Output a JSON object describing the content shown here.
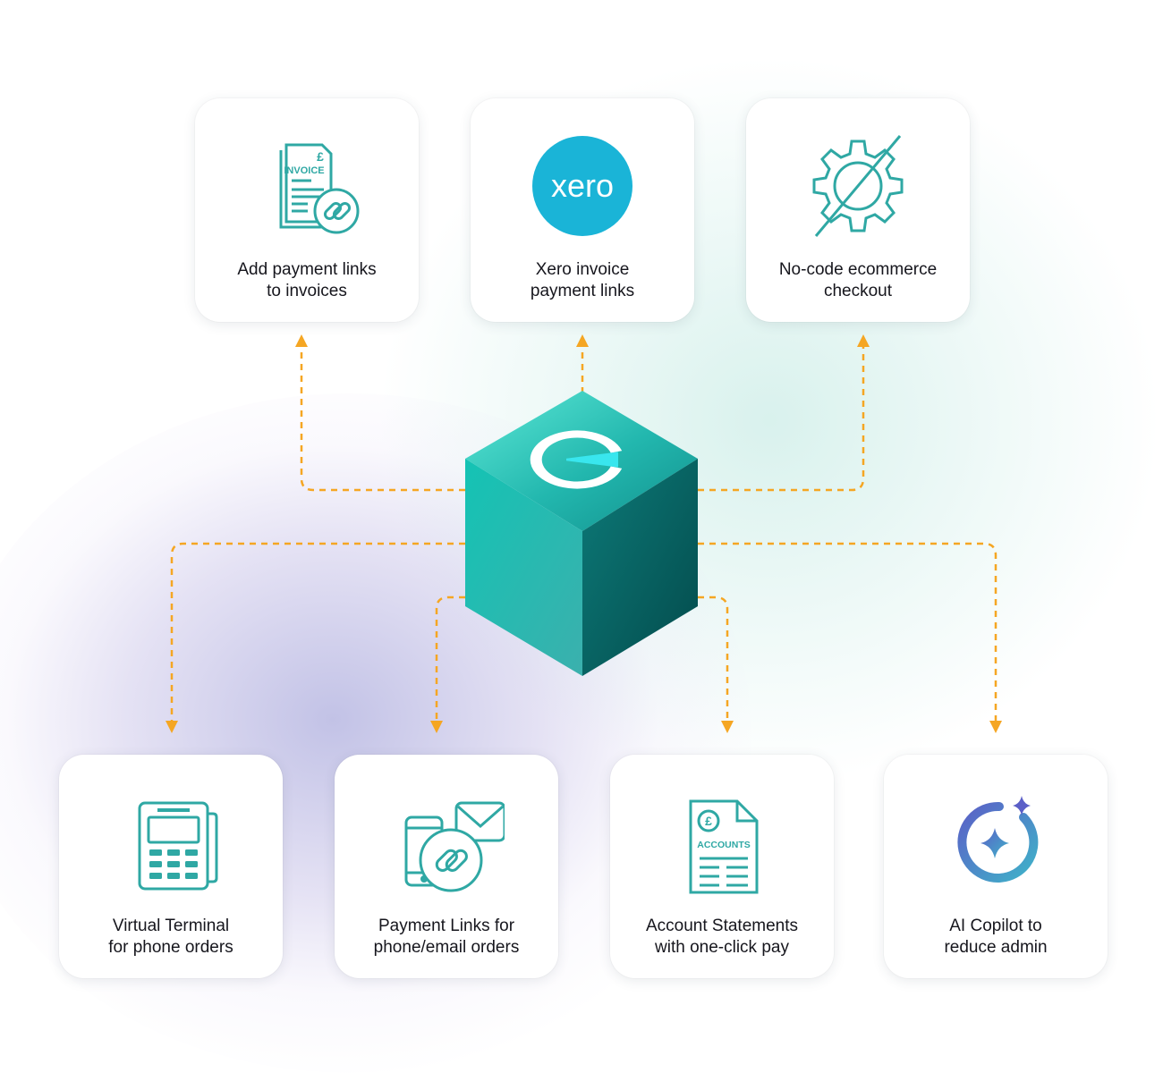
{
  "colors": {
    "teal": "#2fa8a4",
    "arrow": "#f5a623",
    "xero": "#1ab4d7",
    "card_bg": "#ffffff",
    "text": "#16161d"
  },
  "cards": [
    {
      "label": "Add payment links\nto invoices",
      "icon": "invoice-link-icon",
      "icon_text": "INVOICE",
      "currency": "£"
    },
    {
      "label": "Xero invoice\npayment links",
      "icon": "xero-logo-icon",
      "icon_text": "xero"
    },
    {
      "label": "No-code ecommerce\ncheckout",
      "icon": "no-code-gear-icon"
    },
    {
      "label": "Virtual Terminal\nfor phone orders",
      "icon": "card-terminal-icon"
    },
    {
      "label": "Payment Links for\nphone/email orders",
      "icon": "phone-email-link-icon"
    },
    {
      "label": "Account Statements\nwith one-click pay",
      "icon": "accounts-statement-icon",
      "icon_text": "ACCOUNTS",
      "currency": "£"
    },
    {
      "label": "AI Copilot to\nreduce admin",
      "icon": "ai-copilot-sparkle-icon"
    }
  ],
  "hub": {
    "icon": "platform-cube-logo-icon"
  }
}
